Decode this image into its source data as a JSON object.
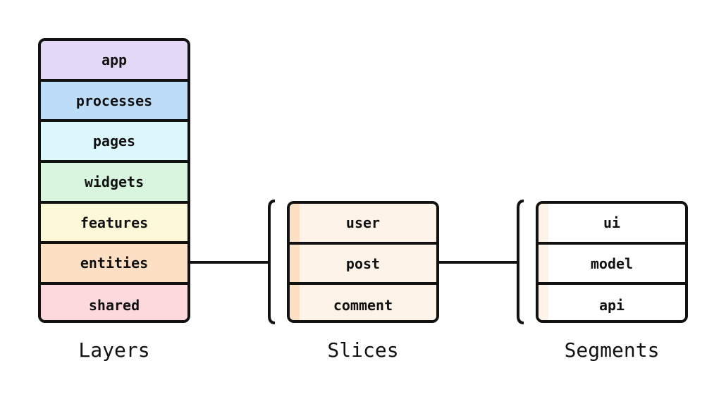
{
  "layers": {
    "caption": "Layers",
    "items": [
      {
        "label": "app",
        "color": "#e3d9f7"
      },
      {
        "label": "processes",
        "color": "#bcdcf8"
      },
      {
        "label": "pages",
        "color": "#dcf8fc"
      },
      {
        "label": "widgets",
        "color": "#d9f5df"
      },
      {
        "label": "features",
        "color": "#fdf8d7"
      },
      {
        "label": "entities",
        "color": "#fde0c4"
      },
      {
        "label": "shared",
        "color": "#fdd8dc"
      }
    ]
  },
  "slices": {
    "caption": "Slices",
    "fill": "#fdf3e8",
    "stripe": "#fde0c4",
    "items": [
      {
        "label": "user"
      },
      {
        "label": "post"
      },
      {
        "label": "comment"
      }
    ]
  },
  "segments": {
    "caption": "Segments",
    "fill": "#ffffff",
    "stripe": "#fdf3e8",
    "items": [
      {
        "label": "ui"
      },
      {
        "label": "model"
      },
      {
        "label": "api"
      }
    ]
  },
  "line_color": "#111111"
}
